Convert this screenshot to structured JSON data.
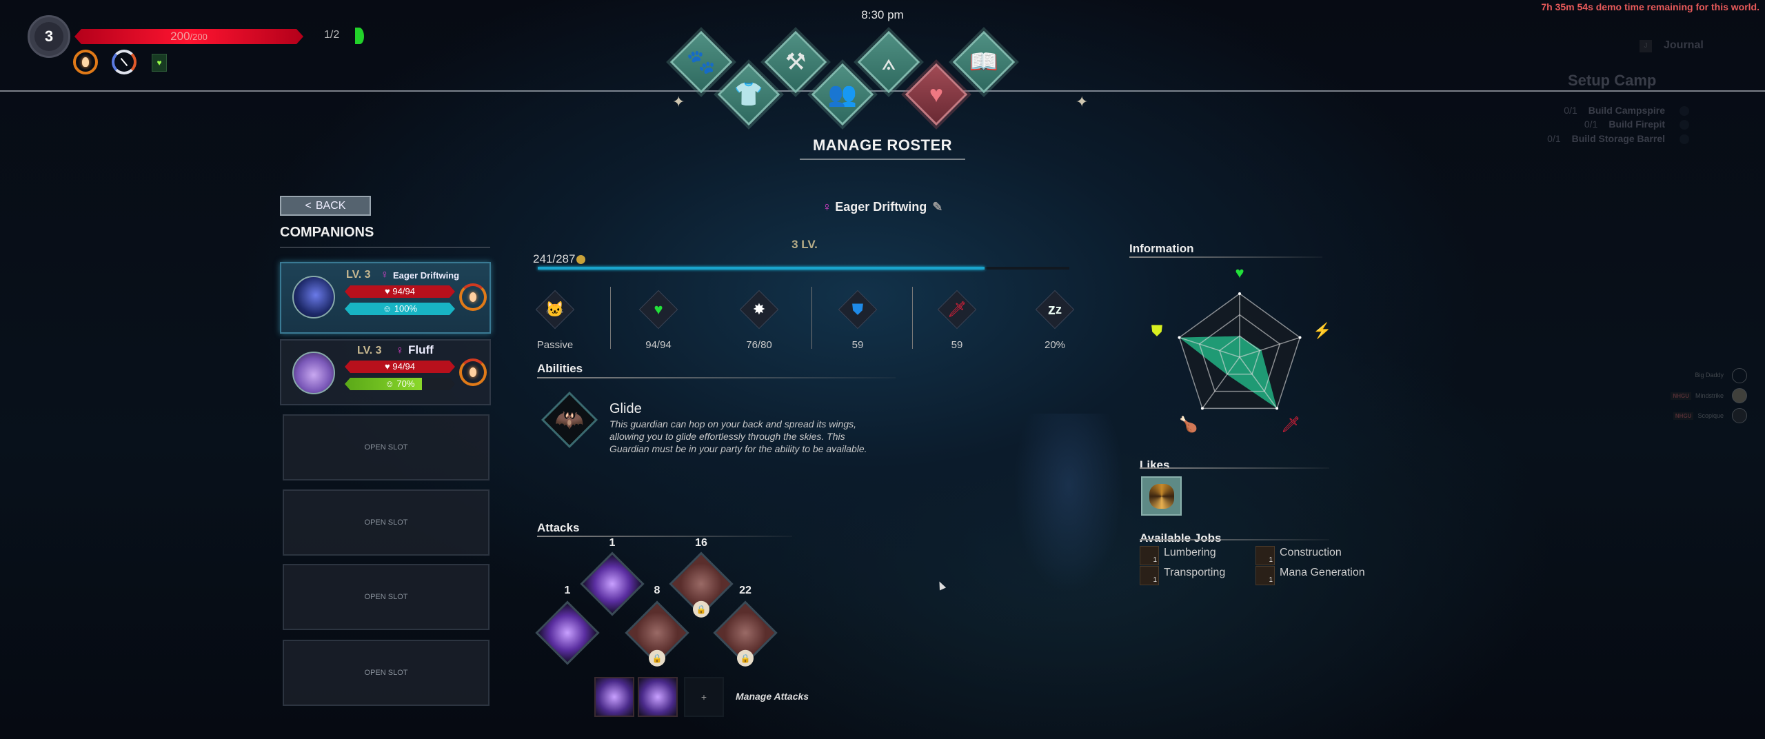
{
  "hud": {
    "level": "3",
    "hp": "200",
    "hp_max": "/200",
    "party": "1/2",
    "time": "8:30 pm",
    "demo_notice": "7h 35m 54s demo time remaining for this world."
  },
  "quest": {
    "journal_key": "J",
    "journal": "Journal",
    "title": "Setup Camp",
    "items": [
      {
        "count": "0/1",
        "label": "Build Campspire"
      },
      {
        "count": "0/1",
        "label": "Build Firepit"
      },
      {
        "count": "0/1",
        "label": "Build Storage Barrel"
      }
    ]
  },
  "tabs": [
    {
      "icon": "guardian-icon"
    },
    {
      "icon": "armor-icon"
    },
    {
      "icon": "crafting-hammers-icon"
    },
    {
      "icon": "roster-icon",
      "active": true
    },
    {
      "icon": "blueprint-compass-icon"
    },
    {
      "icon": "heart-icon"
    },
    {
      "icon": "bestiary-book-icon"
    }
  ],
  "page_title": "MANAGE ROSTER",
  "back_label": "BACK",
  "companions_title": "COMPANIONS",
  "companions": [
    {
      "level": "LV. 3",
      "name": "Eager Driftwing",
      "hp": "94/94",
      "mood": "100%",
      "mood_percent": 100,
      "selected": true
    },
    {
      "level": "LV. 3",
      "name": "Fluff",
      "hp": "94/94",
      "mood": "70%",
      "mood_percent": 70,
      "selected": false
    }
  ],
  "open_slots": [
    "OPEN SLOT",
    "OPEN SLOT",
    "OPEN SLOT",
    "OPEN SLOT"
  ],
  "detail": {
    "gender": "♀",
    "name": "Eager Driftwing",
    "level": "3 LV.",
    "xp": "241/287",
    "xp_fraction": 0.84,
    "stats": [
      {
        "icon": "cat-icon",
        "label": "Passive"
      },
      {
        "icon": "heart-icon",
        "label": "94/94"
      },
      {
        "icon": "burst-icon",
        "label": "76/80"
      },
      {
        "icon": "shield-icon",
        "label": "59"
      },
      {
        "icon": "sword-icon",
        "label": "59"
      },
      {
        "icon": "sleep-icon",
        "label": "20%"
      }
    ]
  },
  "abilities": {
    "title": "Abilities",
    "items": [
      {
        "name": "Glide",
        "desc": [
          "This guardian can hop on your back and spread its wings,",
          "allowing you to glide effortlessly through the skies. This",
          "Guardian must be in your party for the ability to be available."
        ]
      }
    ]
  },
  "attacks": {
    "title": "Attacks",
    "tree": [
      {
        "level": "1",
        "locked": false
      },
      {
        "level": "1",
        "locked": false
      },
      {
        "level": "8",
        "locked": true
      },
      {
        "level": "16",
        "locked": true
      },
      {
        "level": "22",
        "locked": true
      }
    ],
    "add_label": "+",
    "manage_label": "Manage Attacks"
  },
  "info": {
    "title": "Information",
    "radar": {
      "axes": [
        "health",
        "stamina",
        "attack",
        "food",
        "defense"
      ],
      "values": [
        0.33,
        0.36,
        1.0,
        0.34,
        1.0
      ],
      "rings": 3,
      "fill": "#1f9a74"
    }
  },
  "likes": {
    "title": "Likes"
  },
  "jobs": {
    "title": "Available Jobs",
    "items": [
      {
        "label": "Lumbering",
        "count": "1"
      },
      {
        "label": "Construction",
        "count": "1"
      },
      {
        "label": "Transporting",
        "count": "1"
      },
      {
        "label": "Mana Generation",
        "count": "1"
      }
    ]
  },
  "players": [
    {
      "tag": "",
      "name": "Big Daddy"
    },
    {
      "tag": "NHGU",
      "name": "Mindstrike"
    },
    {
      "tag": "NHGU",
      "name": "Scopique"
    }
  ]
}
